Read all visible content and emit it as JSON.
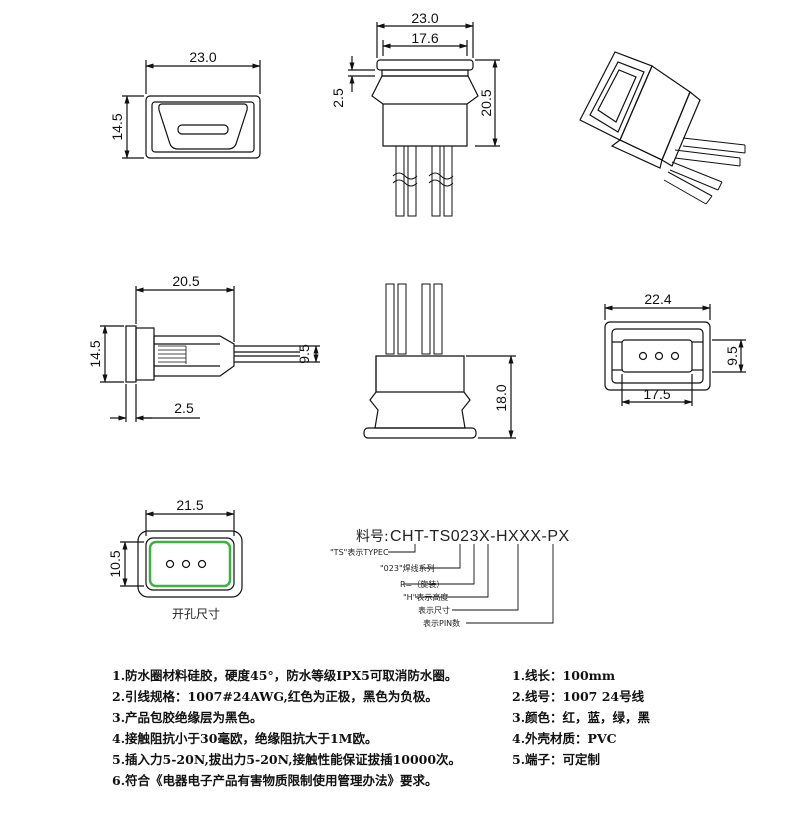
{
  "dimensions": {
    "front_width": "23.0",
    "front_height": "14.5",
    "side_outer_width": "23.0",
    "side_inner_width": "17.6",
    "side_flange": "2.5",
    "side_height": "20.5",
    "profile_length": "20.5",
    "profile_height": "14.5",
    "profile_wire_height": "9.5",
    "profile_flange": "2.5",
    "back_height": "18.0",
    "rear_outer_width": "22.4",
    "rear_inner_width": "17.5",
    "rear_height": "9.5",
    "cutout_width": "21.5",
    "cutout_height": "10.5"
  },
  "cutout_label": "开孔尺寸",
  "part_number": {
    "prefix": "料号:",
    "code": "CHT-TS023X-HXXX-PX",
    "legend": [
      "\"TS\"表示TYPEC",
      "\"023\"焊线系列",
      "R=（旋装）",
      "\"H\"表示高度",
      "表示尺寸",
      "表示PIN数"
    ]
  },
  "notes_left": [
    "1.防水圈材料硅胶，硬度45°，防水等级IPX5可取消防水圈。",
    "2.引线规格：1007#24AWG,红色为正极，黑色为负极。",
    "3.产品包胶绝缘层为黑色。",
    "4.接触阻抗小于30毫欧，绝缘阻抗大于1M欧。",
    "5.插入力5-20N,拔出力5-20N,接触性能保证拔插10000次。",
    "6.符合《电器电子产品有害物质限制使用管理办法》要求。"
  ],
  "notes_right": [
    "1.线长：100mm",
    "2.线号：1007  24号线",
    "3.颜色：红，蓝，绿，黑",
    "4.外壳材质：PVC",
    "5.端子：可定制"
  ],
  "colors": {
    "line": "#111111",
    "seal_green": "#3cb043"
  }
}
